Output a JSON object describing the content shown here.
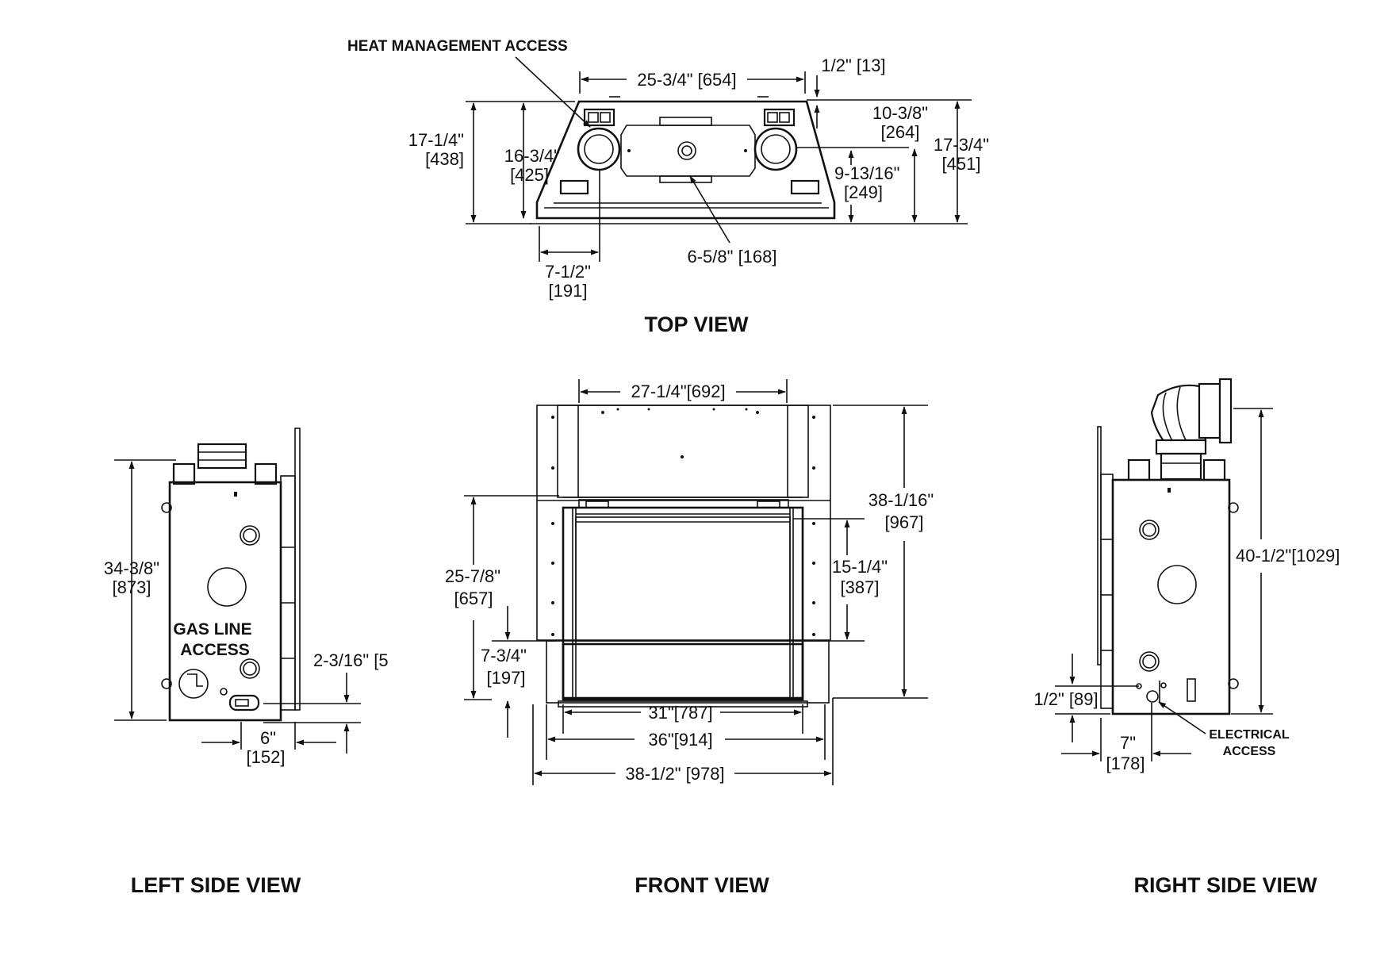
{
  "top_view": {
    "title": "TOP VIEW",
    "heat_management_label": "HEAT MANAGEMENT ACCESS",
    "dim_width": "25-3/4\"  [654]",
    "dim_offset": "1/2\" [13]",
    "dim_depth_a_in": "17-1/4\"",
    "dim_depth_a_mm": "[438]",
    "dim_depth_b_in": "16-3/4\"",
    "dim_depth_b_mm": "[425]",
    "dim_depth_c_in": "10-3/8\"",
    "dim_depth_c_mm": "[264]",
    "dim_depth_d_in": "17-3/4\"",
    "dim_depth_d_mm": "[451]",
    "dim_depth_e_in": "9-13/16\"",
    "dim_depth_e_mm": "[249]",
    "dim_vent": "6-5/8\" [168]",
    "dim_side_in": "7-1/2\"",
    "dim_side_mm": "[191]"
  },
  "front_view": {
    "title": "FRONT VIEW",
    "dim_top_width": "27-1/4\"[692]",
    "dim_height_in": "38-1/16\"",
    "dim_height_mm": "[967]",
    "dim_opening_h_in": "25-7/8\"",
    "dim_opening_h_mm": "[657]",
    "dim_glass_h_in": "15-1/4\"",
    "dim_glass_h_mm": "[387]",
    "dim_base_h_in": "7-3/4\"",
    "dim_base_h_mm": "[197]",
    "dim_w1": "31\"[787]",
    "dim_w2": "36\"[914]",
    "dim_w3": "38-1/2\" [978]"
  },
  "left_view": {
    "title": "LEFT SIDE VIEW",
    "dim_height_in": "34-3/8\"",
    "dim_height_mm": "[873]",
    "gas_label_1": "GAS LINE",
    "gas_label_2": "ACCESS",
    "dim_gas_h": "2-3/16\" [5",
    "dim_gas_w_in": "6\"",
    "dim_gas_w_mm": "[152]"
  },
  "right_view": {
    "title": "RIGHT SIDE VIEW",
    "dim_height": "40-1/2\"[1029]",
    "dim_elec_h": "1/2\" [89]",
    "dim_elec_w_in": "7\"",
    "dim_elec_w_mm": "[178]",
    "elec_label_1": "ELECTRICAL",
    "elec_label_2": "ACCESS"
  }
}
